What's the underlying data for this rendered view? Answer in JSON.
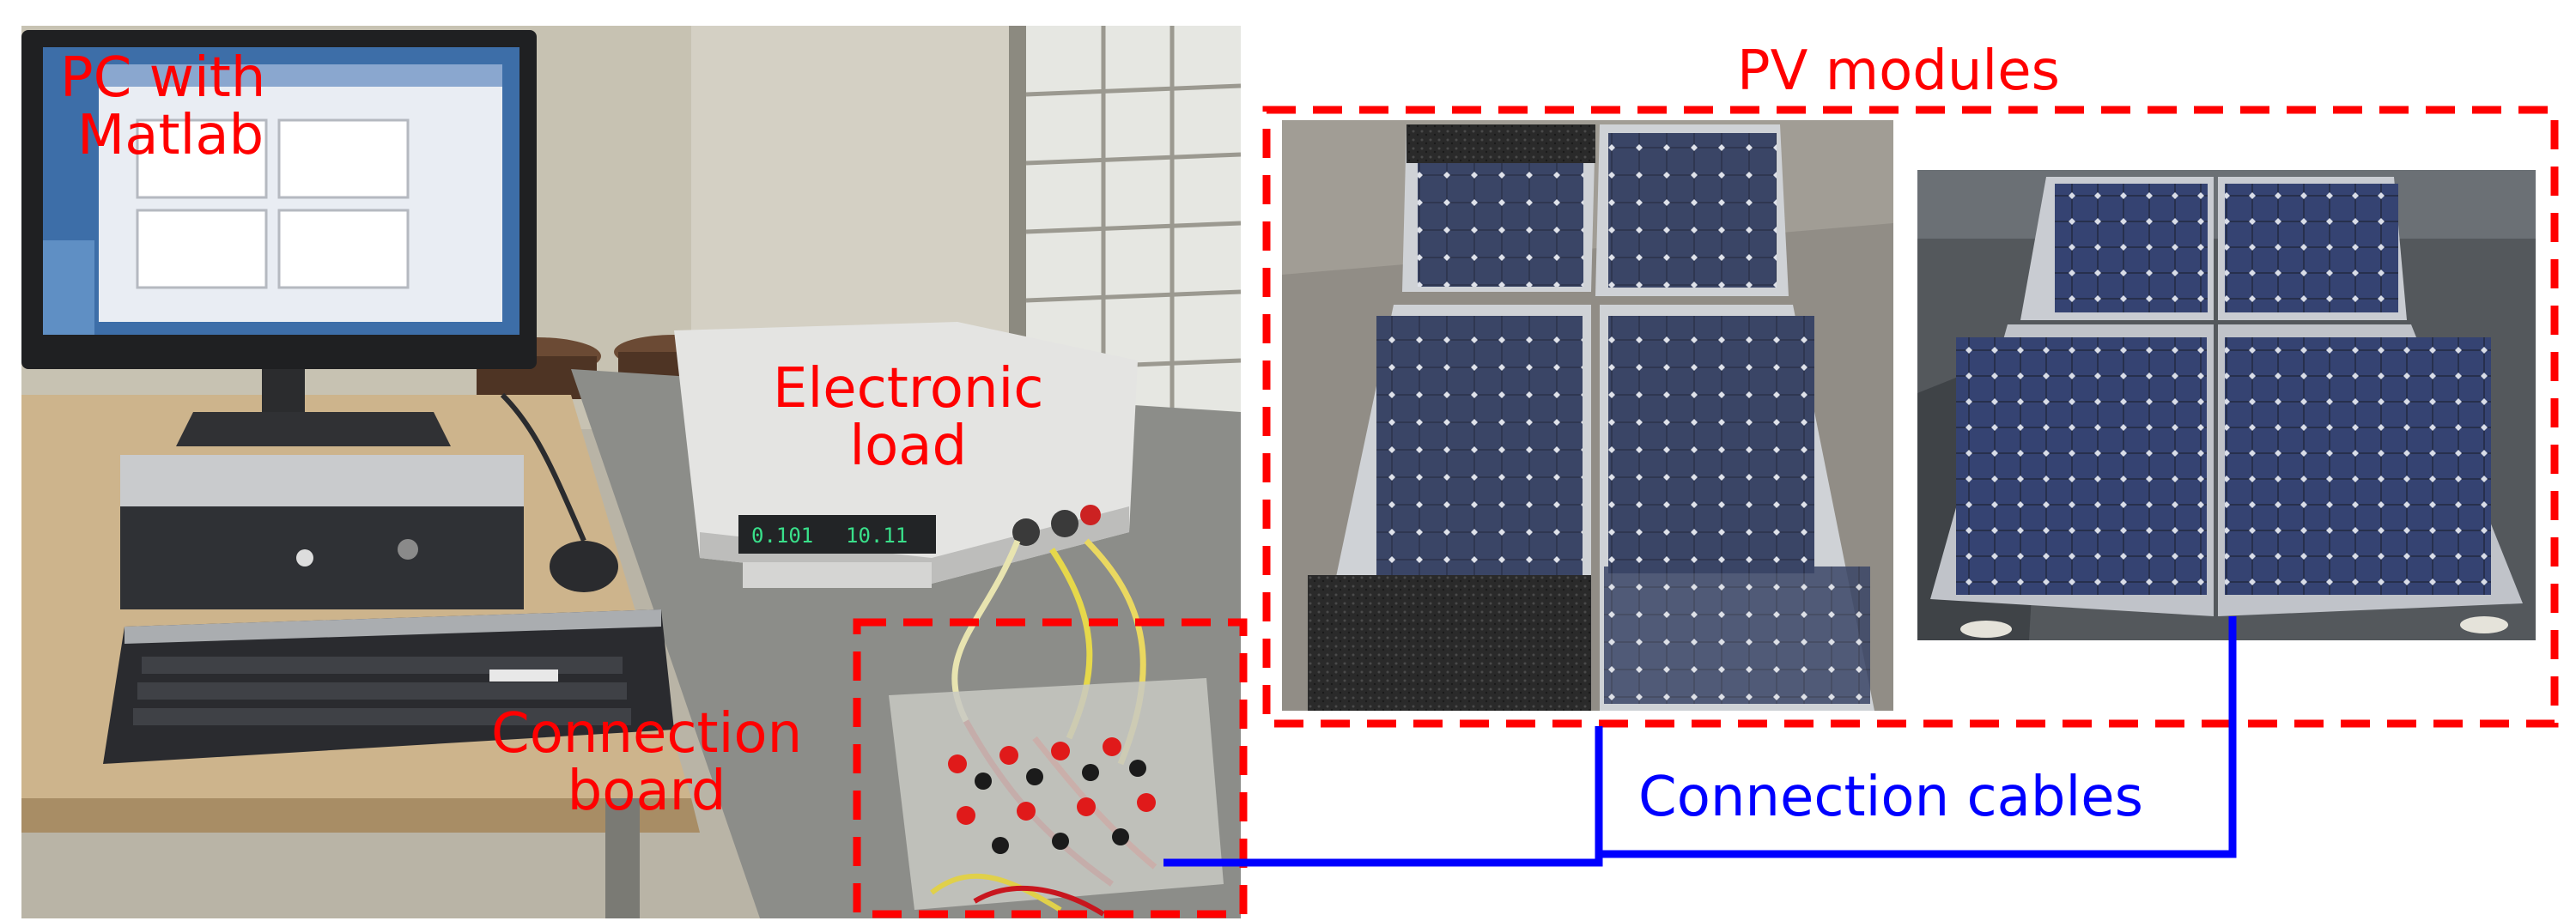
{
  "labels": {
    "pc_line1": "PC with",
    "pc_line2": "Matlab",
    "load_line1": "Electronic",
    "load_line2": "load",
    "board_line1": "Connection",
    "board_line2": "board",
    "pv_modules": "PV modules",
    "cables": "Connection cables"
  },
  "colors": {
    "annotation_red": "#ff0000",
    "annotation_blue": "#0000ff"
  },
  "icons": {
    "monitor": "monitor-icon",
    "keyboard": "keyboard-icon",
    "electronic_load": "electronic-load-icon",
    "solar_panel": "solar-panel-icon"
  }
}
